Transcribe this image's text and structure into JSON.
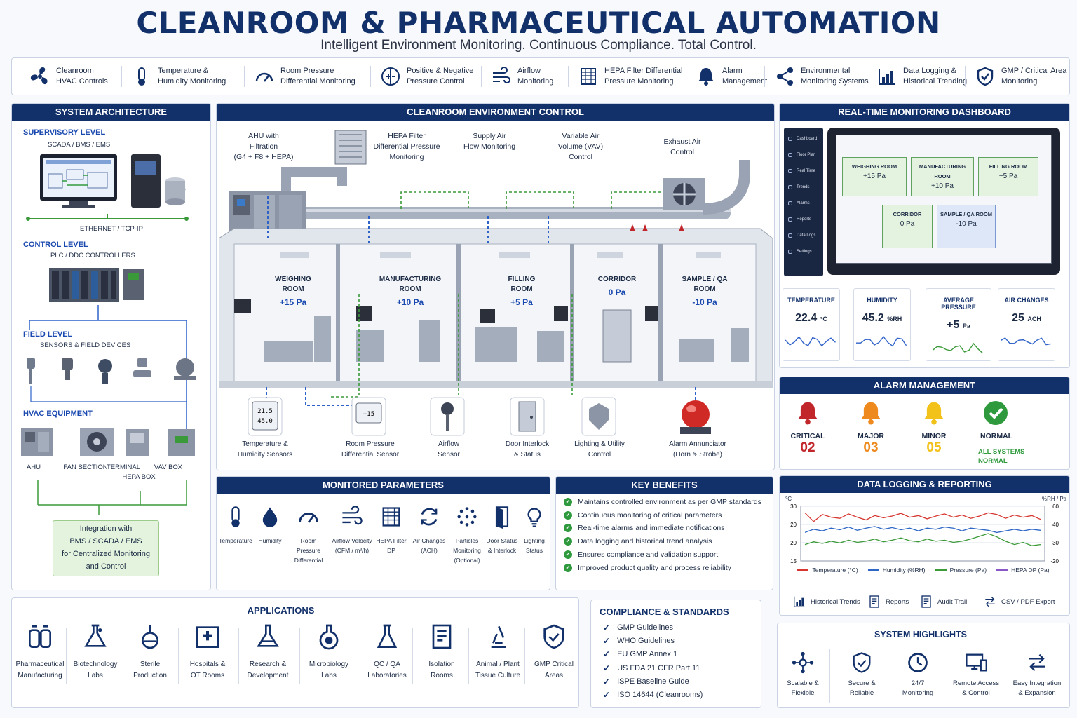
{
  "header": {
    "title": "CLEANROOM & PHARMACEUTICAL AUTOMATION",
    "subtitle": "Intelligent Environment Monitoring. Continuous Compliance. Total Control."
  },
  "features": [
    {
      "l1": "Cleanroom",
      "l2": "HVAC Controls",
      "icon": "fan-icon"
    },
    {
      "l1": "Temperature &",
      "l2": "Humidity Monitoring",
      "icon": "thermometer-icon"
    },
    {
      "l1": "Room Pressure",
      "l2": "Differential Monitoring",
      "icon": "gauge-icon"
    },
    {
      "l1": "Positive & Negative",
      "l2": "Pressure Control",
      "icon": "plus-minus-icon"
    },
    {
      "l1": "Airflow",
      "l2": "Monitoring",
      "icon": "wind-icon"
    },
    {
      "l1": "HEPA Filter Differential",
      "l2": "Pressure Monitoring",
      "icon": "filter-icon"
    },
    {
      "l1": "Alarm",
      "l2": "Management",
      "icon": "bell-icon"
    },
    {
      "l1": "Environmental",
      "l2": "Monitoring Systems",
      "icon": "network-icon"
    },
    {
      "l1": "Data Logging &",
      "l2": "Historical Trending",
      "icon": "chart-icon"
    },
    {
      "l1": "GMP / Critical Area",
      "l2": "Monitoring",
      "icon": "shield-icon"
    }
  ],
  "architecture": {
    "title": "SYSTEM ARCHITECTURE",
    "supervisory": "SUPERVISORY LEVEL",
    "supervisory_sub": "SCADA / BMS / EMS",
    "ethernet": "ETHERNET / TCP-IP",
    "control": "CONTROL LEVEL",
    "control_sub": "PLC / DDC CONTROLLERS",
    "field": "FIELD LEVEL",
    "field_sub": "SENSORS & FIELD DEVICES",
    "hvac": "HVAC EQUIPMENT",
    "equipment": [
      "AHU",
      "FAN SECTION",
      "TERMINAL",
      "VAV BOX"
    ],
    "equipment_hepa": "HEPA BOX",
    "integration": [
      "Integration with",
      "BMS / SCADA / EMS",
      "for Centralized Monitoring",
      "and Control"
    ]
  },
  "environment": {
    "title": "CLEANROOM ENVIRONMENT CONTROL",
    "callouts": {
      "ahu": [
        "AHU with",
        "Filtration",
        "(G4 + F8 + HEPA)"
      ],
      "hepa": [
        "HEPA Filter",
        "Differential Pressure",
        "Monitoring"
      ],
      "supply": [
        "Supply Air",
        "Flow Monitoring"
      ],
      "vav": [
        "Variable Air",
        "Volume (VAV)",
        "Control"
      ],
      "exhaust": [
        "Exhaust Air",
        "Control"
      ]
    },
    "rooms": [
      {
        "l1": "WEIGHING",
        "l2": "ROOM",
        "pa": "+15 Pa"
      },
      {
        "l1": "MANUFACTURING",
        "l2": "ROOM",
        "pa": "+10 Pa"
      },
      {
        "l1": "FILLING",
        "l2": "ROOM",
        "pa": "+5 Pa"
      },
      {
        "l1": "CORRIDOR",
        "l2": "",
        "pa": "0 Pa"
      },
      {
        "l1": "SAMPLE / QA",
        "l2": "ROOM",
        "pa": "-10 Pa"
      }
    ],
    "devices": [
      {
        "l1": "Temperature &",
        "l2": "Humidity Sensors"
      },
      {
        "l1": "Room Pressure",
        "l2": "Differential Sensor"
      },
      {
        "l1": "Airflow",
        "l2": "Sensor"
      },
      {
        "l1": "Door Interlock",
        "l2": "& Status"
      },
      {
        "l1": "Lighting & Utility",
        "l2": "Control"
      },
      {
        "l1": "Alarm Annunciator",
        "l2": "(Horn & Strobe)"
      }
    ],
    "th_display": [
      "21.5",
      "45.0"
    ],
    "dp_display": "+15"
  },
  "dashboard": {
    "title": "REAL-TIME MONITORING DASHBOARD",
    "menu": [
      "Dashboard",
      "Floor Plan",
      "Real Time",
      "Trends",
      "Alarms",
      "Reports",
      "Data Logs",
      "Settings"
    ],
    "rooms": [
      {
        "name": "WEIGHING ROOM",
        "pa": "+15 Pa"
      },
      {
        "name": "MANUFACTURING ROOM",
        "pa": "+10 Pa"
      },
      {
        "name": "FILLING ROOM",
        "pa": "+5 Pa"
      },
      {
        "name": "CORRIDOR",
        "pa": "0 Pa"
      },
      {
        "name": "SAMPLE / QA ROOM",
        "pa": "-10 Pa"
      }
    ],
    "cards": [
      {
        "label": "TEMPERATURE",
        "value": "22.4",
        "unit": "°C",
        "color": "#2f62c9"
      },
      {
        "label": "HUMIDITY",
        "value": "45.2",
        "unit": "%RH",
        "color": "#2f62c9"
      },
      {
        "label": "AVERAGE PRESSURE",
        "value": "+5",
        "unit": "Pa",
        "color": "#3a9a3a"
      },
      {
        "label": "AIR CHANGES",
        "value": "25",
        "unit": "ACH",
        "color": "#2f62c9"
      }
    ]
  },
  "alarms": {
    "title": "ALARM MANAGEMENT",
    "items": [
      {
        "label": "CRITICAL",
        "value": "02",
        "color": "#c0262a"
      },
      {
        "label": "MAJOR",
        "value": "03",
        "color": "#ee8a1d"
      },
      {
        "label": "MINOR",
        "value": "05",
        "color": "#f2c21b"
      },
      {
        "label": "NORMAL",
        "value": "",
        "color": "#2f9a3d"
      }
    ],
    "normal_note": [
      "ALL SYSTEMS",
      "NORMAL"
    ]
  },
  "parameters": {
    "title": "MONITORED PARAMETERS",
    "items": [
      {
        "l1": "Temperature",
        "l2": "",
        "l3": "",
        "icon": "thermometer-icon"
      },
      {
        "l1": "Humidity",
        "l2": "",
        "l3": "",
        "icon": "droplet-icon"
      },
      {
        "l1": "Room Pressure",
        "l2": "Differential",
        "l3": "",
        "icon": "gauge-icon"
      },
      {
        "l1": "Airflow Velocity",
        "l2": "(CFM / m³/h)",
        "l3": "",
        "icon": "wind-icon"
      },
      {
        "l1": "HEPA Filter",
        "l2": "DP",
        "l3": "",
        "icon": "filter-icon"
      },
      {
        "l1": "Air Changes",
        "l2": "(ACH)",
        "l3": "",
        "icon": "cycle-icon"
      },
      {
        "l1": "Particles",
        "l2": "Monitoring",
        "l3": "(Optional)",
        "icon": "particles-icon"
      },
      {
        "l1": "Door Status",
        "l2": "& Interlock",
        "l3": "",
        "icon": "door-icon"
      },
      {
        "l1": "Lighting",
        "l2": "Status",
        "l3": "",
        "icon": "bulb-icon"
      }
    ]
  },
  "benefits": {
    "title": "KEY BENEFITS",
    "items": [
      "Maintains controlled environment as per GMP standards",
      "Continuous monitoring of critical parameters",
      "Real-time alarms and immediate notifications",
      "Data logging and historical trend analysis",
      "Ensures compliance and validation support",
      "Improved product quality and process reliability"
    ]
  },
  "datalog": {
    "title": "DATA LOGGING & REPORTING",
    "left_unit": "°C",
    "right_unit": "%RH / Pa",
    "left_ticks": [
      "30",
      "20",
      "20",
      "15"
    ],
    "right_ticks": [
      "60",
      "40",
      "30",
      "-20"
    ],
    "actions": [
      "Historical Trends",
      "Reports",
      "Audit Trail",
      "CSV / PDF Export"
    ]
  },
  "chart_data": {
    "type": "line",
    "title": "",
    "xlabel": "",
    "ylabel": "°C",
    "ylabel_right": "%RH / Pa",
    "series": [
      {
        "name": "Temperature (°C)",
        "color": "#d6362f",
        "values": [
          0.88,
          0.72,
          0.85,
          0.8,
          0.78,
          0.86,
          0.8,
          0.75,
          0.83,
          0.79,
          0.82,
          0.87,
          0.8,
          0.83,
          0.77,
          0.82,
          0.86,
          0.8,
          0.84,
          0.78,
          0.82,
          0.88,
          0.85,
          0.78,
          0.84,
          0.8,
          0.83,
          0.76
        ]
      },
      {
        "name": "Humidity (%RH)",
        "color": "#2e67c6",
        "values": [
          0.52,
          0.58,
          0.55,
          0.6,
          0.57,
          0.62,
          0.56,
          0.6,
          0.63,
          0.58,
          0.61,
          0.57,
          0.6,
          0.55,
          0.6,
          0.58,
          0.62,
          0.6,
          0.55,
          0.6,
          0.58,
          0.56,
          0.52,
          0.55,
          0.58,
          0.55,
          0.58,
          0.56
        ]
      },
      {
        "name": "Pressure (Pa)",
        "color": "#3d9a38",
        "values": [
          0.3,
          0.35,
          0.32,
          0.36,
          0.33,
          0.38,
          0.34,
          0.36,
          0.4,
          0.35,
          0.38,
          0.42,
          0.37,
          0.35,
          0.4,
          0.36,
          0.38,
          0.34,
          0.36,
          0.4,
          0.45,
          0.5,
          0.44,
          0.36,
          0.3,
          0.34,
          0.28,
          0.3
        ]
      },
      {
        "name": "HEPA DP (Pa)",
        "color": "#8a57c6",
        "values": []
      }
    ]
  },
  "applications": {
    "title": "APPLICATIONS",
    "items": [
      {
        "l1": "Pharmaceutical",
        "l2": "Manufacturing",
        "icon": "factory-icon"
      },
      {
        "l1": "Biotechnology",
        "l2": "Labs",
        "icon": "flask-icon"
      },
      {
        "l1": "Sterile",
        "l2": "Production",
        "icon": "sterile-flask-icon"
      },
      {
        "l1": "Hospitals &",
        "l2": "OT Rooms",
        "icon": "hospital-icon"
      },
      {
        "l1": "Research &",
        "l2": "Development",
        "icon": "beaker-icon"
      },
      {
        "l1": "Microbiology",
        "l2": "Labs",
        "icon": "microbe-flask-icon"
      },
      {
        "l1": "QC / QA",
        "l2": "Laboratories",
        "icon": "erlenmeyer-icon"
      },
      {
        "l1": "Isolation",
        "l2": "Rooms",
        "icon": "document-icon"
      },
      {
        "l1": "Animal / Plant",
        "l2": "Tissue Culture",
        "icon": "microscope-icon"
      },
      {
        "l1": "GMP Critical",
        "l2": "Areas",
        "icon": "badge-icon"
      }
    ]
  },
  "compliance": {
    "title": "COMPLIANCE & STANDARDS",
    "items": [
      "GMP Guidelines",
      "WHO Guidelines",
      "EU GMP Annex 1",
      "US FDA 21 CFR Part 11",
      "ISPE Baseline Guide",
      "ISO 14644 (Cleanrooms)"
    ]
  },
  "highlights": {
    "title": "SYSTEM HIGHLIGHTS",
    "items": [
      {
        "l1": "Scalable &",
        "l2": "Flexible",
        "icon": "scale-network-icon"
      },
      {
        "l1": "Secure &",
        "l2": "Reliable",
        "icon": "shield-check-icon"
      },
      {
        "l1": "24/7",
        "l2": "Monitoring",
        "icon": "clock-icon"
      },
      {
        "l1": "Remote Access",
        "l2": "& Control",
        "icon": "devices-icon"
      },
      {
        "l1": "Easy Integration",
        "l2": "& Expansion",
        "icon": "arrows-icon"
      }
    ]
  }
}
